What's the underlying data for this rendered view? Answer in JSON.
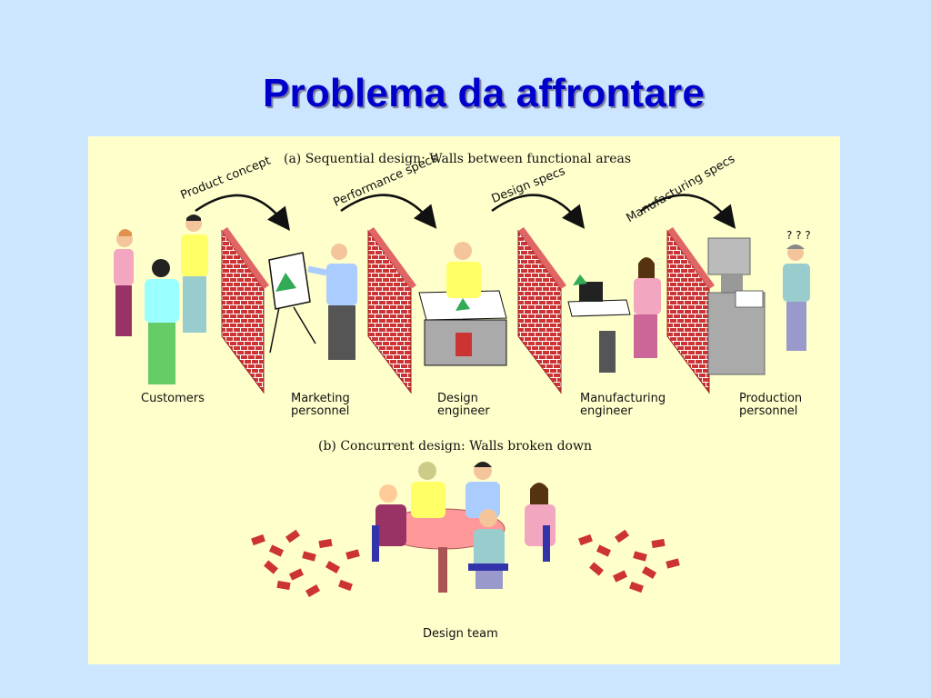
{
  "title": "Problema da affrontare",
  "figure": {
    "caption_a": "(a)  Sequential design: Walls between functional areas",
    "caption_b": "(b)  Concurrent design: Walls broken down",
    "handoffs": [
      "Product concept",
      "Performance specs",
      "Design specs",
      "Manufacturing specs"
    ],
    "roles": [
      {
        "line1": "Customers",
        "line2": ""
      },
      {
        "line1": "Marketing",
        "line2": "personnel"
      },
      {
        "line1": "Design",
        "line2": "engineer"
      },
      {
        "line1": "Manufacturing",
        "line2": "engineer"
      },
      {
        "line1": "Production",
        "line2": "personnel"
      }
    ],
    "confusion": "? ? ?",
    "team_label": "Design team"
  },
  "colors": {
    "background": "#cce6ff",
    "title": "#0000cc",
    "panel": "#ffffcc",
    "brick": "#cc3333",
    "mortar": "#ffffff"
  },
  "icons": [
    "brick-wall-icon",
    "curved-arrow-icon",
    "person-icon",
    "easel-icon",
    "desk-icon",
    "workstation-icon",
    "machine-icon",
    "round-table-icon",
    "chair-icon",
    "brick-rubble-icon"
  ]
}
